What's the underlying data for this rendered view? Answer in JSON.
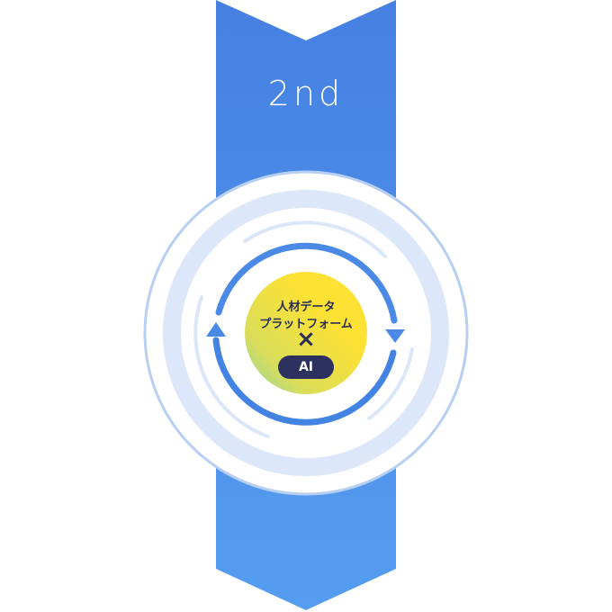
{
  "step_label": "2nd",
  "center": {
    "line1": "人材データ",
    "line2": "プラットフォーム",
    "times_symbol": "×",
    "badge": "AI"
  },
  "colors": {
    "ribbon_top": "#4580e2",
    "ribbon_bottom": "#559df0",
    "ring_band": "#dce7f9",
    "cycle_arrow": "#4a8ae6",
    "badge_bg": "#2c3160",
    "center_yellow": "#fde135",
    "center_green": "#9fd6a4"
  }
}
